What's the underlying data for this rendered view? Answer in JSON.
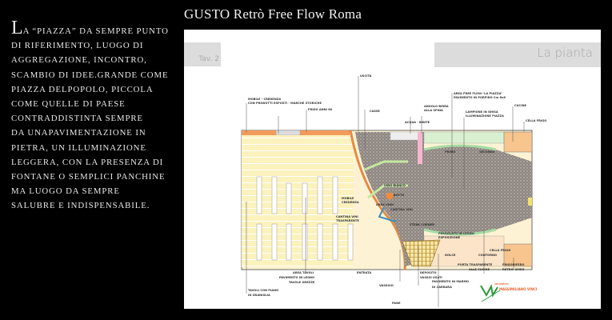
{
  "header": {
    "title": "GUSTO Retrò Free Flow Roma"
  },
  "intro": {
    "dropcap": "L",
    "lines": [
      "a “piazza”  da sempre punto",
      "di riferimento, luogo di",
      "aggregazione, incontro,",
      "scambio di idee.grande come",
      "piazza delpopolo, piccola",
      "come quelle di paese",
      "contraddistinta sempre",
      "da unapavimentazione in",
      "pietra, un illuminazione",
      "leggera, con la presenza di",
      "fontane o semplici panchine",
      "ma luogo da sempre",
      "salubre e indispensabile."
    ]
  },
  "plan": {
    "tab_label": "Tav. 2",
    "heading": "La pianta",
    "labels": {
      "mobile_credenza_top_1": "MOBILE - CREDENZA",
      "mobile_credenza_top_2": "CON PRODOTTI ESPOSTI - MARCHE STORICHE",
      "frigo": "FRIGO ANNI 60",
      "uscita": "USCITA",
      "casse": "CASSE",
      "acqua_bibite": "ACQUA - BIBITE",
      "angolo_birra_1": "ANGOLO BIRRA",
      "angolo_birra_2": "ALLA SPINA",
      "area_free_flow_1": "AREA FREE FLOW \"LA PIAZZA\"",
      "area_free_flow_2": "PAVIMENTO IN PORFIDO  Cm 6x6",
      "lampione_1": "LAMPIONE IN GHISA",
      "lampione_2": "ILLUMINAZIONE PIAZZA",
      "cucine": "CUCINE",
      "cella_frigo_top": "CELLA FRIGO",
      "primo": "PRIMO",
      "secondo": "SECONDO",
      "dolce": "DOLCE",
      "contorno": "CONTORNO",
      "vino_bianco": "VINO BIANCO",
      "botte": "BOTTE",
      "area_vino": "AREA VINO",
      "cantina_vini": "CANTINA VINI",
      "mobile_credenza_1": "MOBILE",
      "mobile_credenza_2": "CREDENZA",
      "cantina_trasp_1": "CANTINA VINI",
      "cantina_trasp_2": "TRASPARENTE",
      "steak_corner": "STEAK CORNER",
      "pergolato_1": "PERGOLATO IN LEGNO",
      "pergolato_2": "ESPOSIZIONE",
      "area_tavoli_1": "AREA TAVOLI",
      "area_tavoli_2": "PAVIMENTO IN LEGNO",
      "area_tavoli_3": "TAVOLE GREZZE",
      "entrata": "ENTRATA",
      "vassoio": "VASSOIO",
      "deposito_1": "DEPOSITO",
      "deposito_2": "VASSOI USATI",
      "pane": "PANE",
      "tavoli_granito_1": "TAVOLI CON PIANO",
      "tavoli_granito_2": "IN GRANIGLIA",
      "pavimento_marmo_1": "PAVIMENTO IN MARMO",
      "pavimento_marmo_2": "DI CARRARA",
      "cella_frigo_bottom": "CELLA FRIGO",
      "porta_1": "PORTA TRASPARENTE",
      "porta_2": "ALLE CUCINE",
      "frigorifero_1": "FRIGORIFERO",
      "frigorifero_2": "RETRO' SMEG"
    },
    "logo": {
      "tag": "ARCHITETTO",
      "name": "MASSIMILIANO VINCI"
    }
  }
}
